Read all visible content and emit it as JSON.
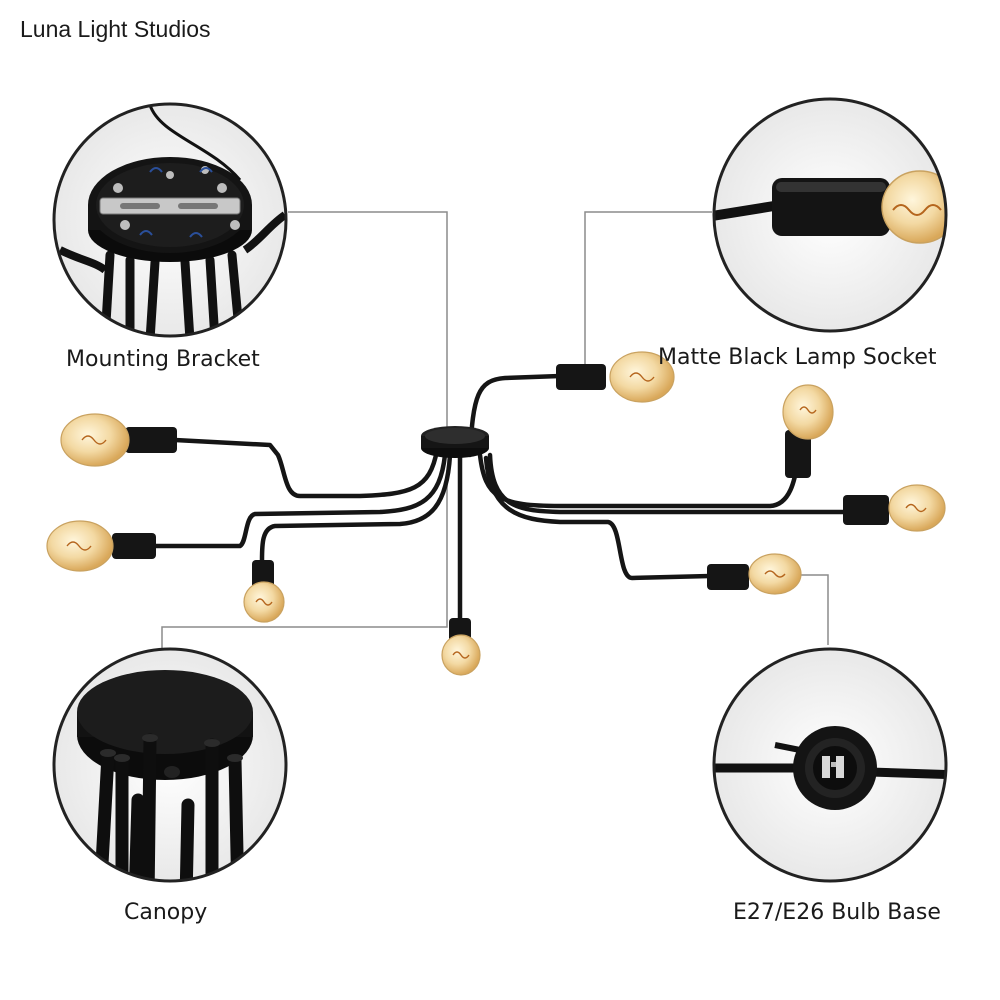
{
  "brand": {
    "name": "Luna Light Studios"
  },
  "callouts": {
    "mounting_bracket": "Mounting Bracket",
    "lamp_socket": "Matte Black Lamp Socket",
    "canopy": "Canopy",
    "bulb_base": "E27/E26 Bulb Base"
  },
  "colors": {
    "background": "#ffffff",
    "metal": "#151515",
    "bulb_glass": "#f3d9a3",
    "filament": "#b5651d",
    "leader_line": "#8c8c8c",
    "inset_ring": "#222222",
    "inset_bg": "#f2f2f2"
  }
}
